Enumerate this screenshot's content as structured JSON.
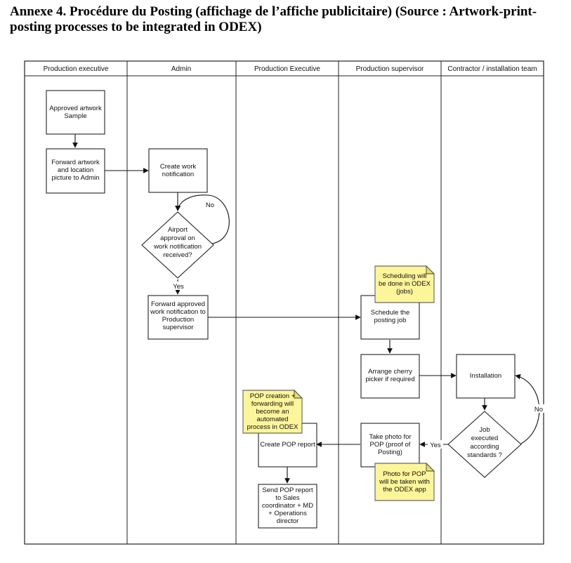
{
  "title": {
    "line1": "Annexe 4. Procédure du Posting (affichage de l’affiche publicitaire) (Source : Artwork-print-",
    "line2": "posting processes to be integrated in ODEX)"
  },
  "lanes": [
    "Production executive",
    "Admin",
    "Production Executive",
    "Production supervisor",
    "Contractor / installation team"
  ],
  "nodes": {
    "approved_artwork": [
      "Approved artwork",
      "Sample"
    ],
    "forward_artwork": [
      "Forward artwork",
      "and location",
      "picture to  Admin"
    ],
    "create_work_notification": [
      "Create work",
      "notification"
    ],
    "airport_approval": [
      "Airport",
      "approval on",
      "work notification",
      "received?"
    ],
    "forward_approved": [
      "Forward approved",
      "work notification to",
      "Production",
      "supervisor"
    ],
    "schedule_posting": [
      "Schedule the",
      "posting job"
    ],
    "arrange_cherry_picker": [
      "Arrange cherry",
      "picker if required"
    ],
    "installation": [
      "Installation"
    ],
    "job_executed": [
      "Job",
      "executed",
      "according",
      "standards ?"
    ],
    "take_photo": [
      "Take photo for",
      "POP (proof of",
      "Posting)"
    ],
    "create_pop_report": [
      "Create POP report"
    ],
    "send_pop_report": [
      "Send POP report",
      "to Sales",
      "coordinator + MD",
      "+ Operations",
      "director"
    ]
  },
  "notes": {
    "scheduling": [
      "Scheduling will",
      "be done in ODEX",
      "(jobs)"
    ],
    "pop_creation": [
      "POP creation +",
      "forwarding will",
      "become an",
      "automated",
      "process in ODEX"
    ],
    "photo_pop": [
      "Photo for POP",
      "will be taken with",
      "the ODEX app"
    ]
  },
  "edge_labels": {
    "no_airport": "No",
    "yes_airport": "Yes",
    "yes_job": "Yes",
    "no_job": "No"
  },
  "colors": {
    "note_fill": "#fdf59a",
    "note_fold": "#e8dc6a",
    "stroke": "#222222"
  }
}
